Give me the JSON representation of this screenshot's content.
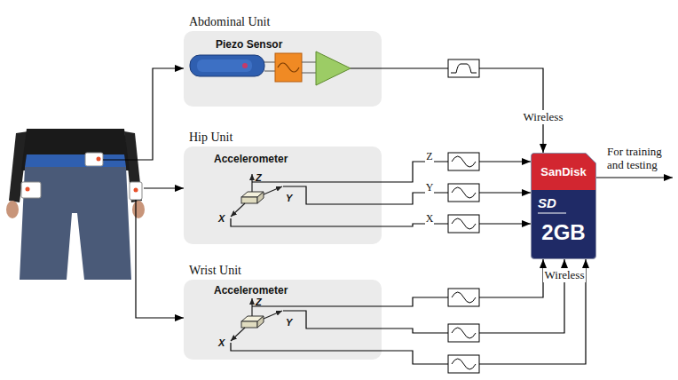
{
  "diagram": {
    "nodes": [
      {
        "text": [
          "Abdominal Unit",
          "Piezo Sensor"
        ]
      },
      {
        "text": [
          "Hip Unit",
          "Accelerometer"
        ]
      },
      {
        "text": [
          "Wrist Unit",
          "Accelerometer"
        ]
      },
      {
        "text": [
          "SanDisk",
          "SD",
          "2GB"
        ]
      }
    ],
    "edges": [
      {
        "from": 0,
        "to": 3,
        "arrow": "to",
        "label": "Wireless"
      },
      {
        "from": 1,
        "to": 3,
        "arrow": "to",
        "label": "Z"
      },
      {
        "from": 1,
        "to": 3,
        "arrow": "to",
        "label": "Y"
      },
      {
        "from": 1,
        "to": 3,
        "arrow": "to",
        "label": "X"
      },
      {
        "from": 2,
        "to": 3,
        "arrow": "to"
      },
      {
        "from": 2,
        "to": 3,
        "arrow": "to"
      },
      {
        "from": 2,
        "to": 3,
        "arrow": "to"
      }
    ],
    "labels": [
      "Z",
      "Y",
      "X",
      "Z",
      "Y",
      "X",
      "Wireless",
      "For training and testing"
    ]
  }
}
